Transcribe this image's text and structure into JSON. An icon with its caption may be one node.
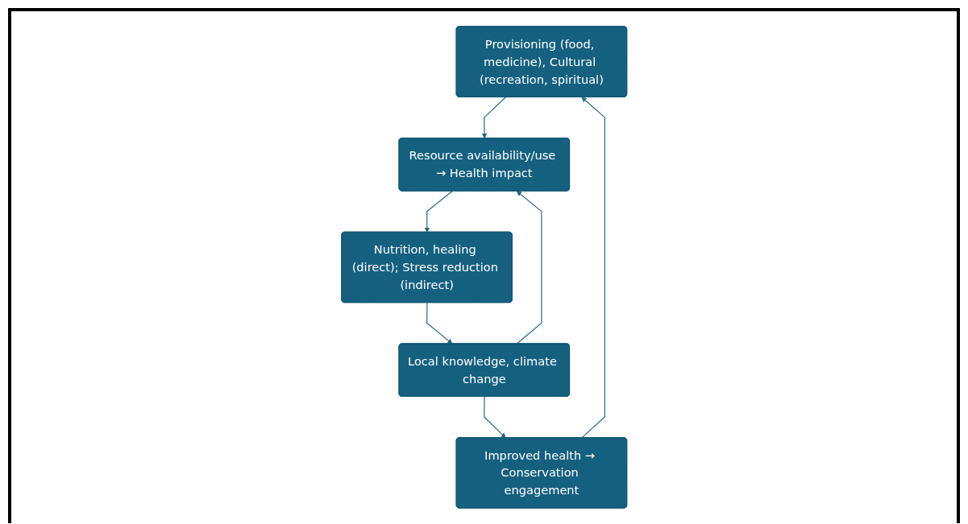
{
  "diagram": {
    "nodes": [
      {
        "text": [
          "Provisioning (food, medicine), Cultural (recreation, spiritual)"
        ]
      },
      {
        "text": [
          "Resource availability/use → Health impact"
        ]
      },
      {
        "text": [
          "Nutrition, healing (direct); Stress reduction (indirect)"
        ]
      },
      {
        "text": [
          "Local knowledge, climate change"
        ]
      },
      {
        "text": [
          "Improved health → Conservation engagement"
        ]
      }
    ],
    "edges": [
      {
        "from": 0,
        "to": 1,
        "arrow": "to"
      },
      {
        "from": 1,
        "to": 2,
        "arrow": "to"
      },
      {
        "from": 2,
        "to": 3,
        "arrow": "to"
      },
      {
        "from": 3,
        "to": 1,
        "arrow": "to"
      },
      {
        "from": 3,
        "to": 4,
        "arrow": "to"
      },
      {
        "from": 4,
        "to": 0,
        "arrow": "to"
      }
    ]
  }
}
